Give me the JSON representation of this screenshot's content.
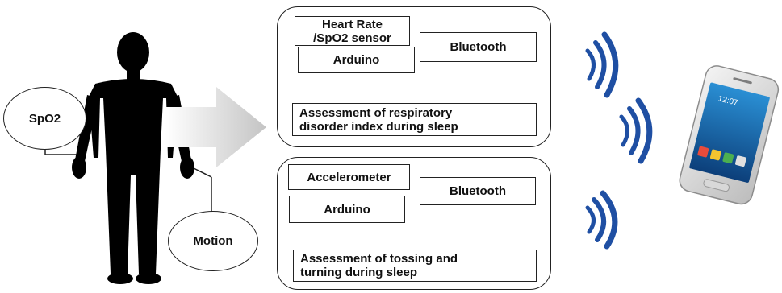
{
  "left": {
    "spo2_label": "SpO2",
    "motion_label": "Motion"
  },
  "top_panel": {
    "sensor_label_line1": "Heart Rate",
    "sensor_label_line2": "/SpO2 sensor",
    "arduino_label": "Arduino",
    "bluetooth_label": "Bluetooth",
    "assessment_line1": "Assessment of respiratory",
    "assessment_line2": "disorder index during sleep"
  },
  "bottom_panel": {
    "sensor_label": "Accelerometer",
    "arduino_label": "Arduino",
    "bluetooth_label": "Bluetooth",
    "assessment_line1": "Assessment of tossing and",
    "assessment_line2": "turning during sleep"
  },
  "colors": {
    "wave": "#1f4fa3",
    "arrow_gray": "#c9c9c9",
    "silhouette": "#000000"
  },
  "icons": [
    "human-silhouette-icon",
    "wireless-signal-icon",
    "smartphone-icon"
  ]
}
